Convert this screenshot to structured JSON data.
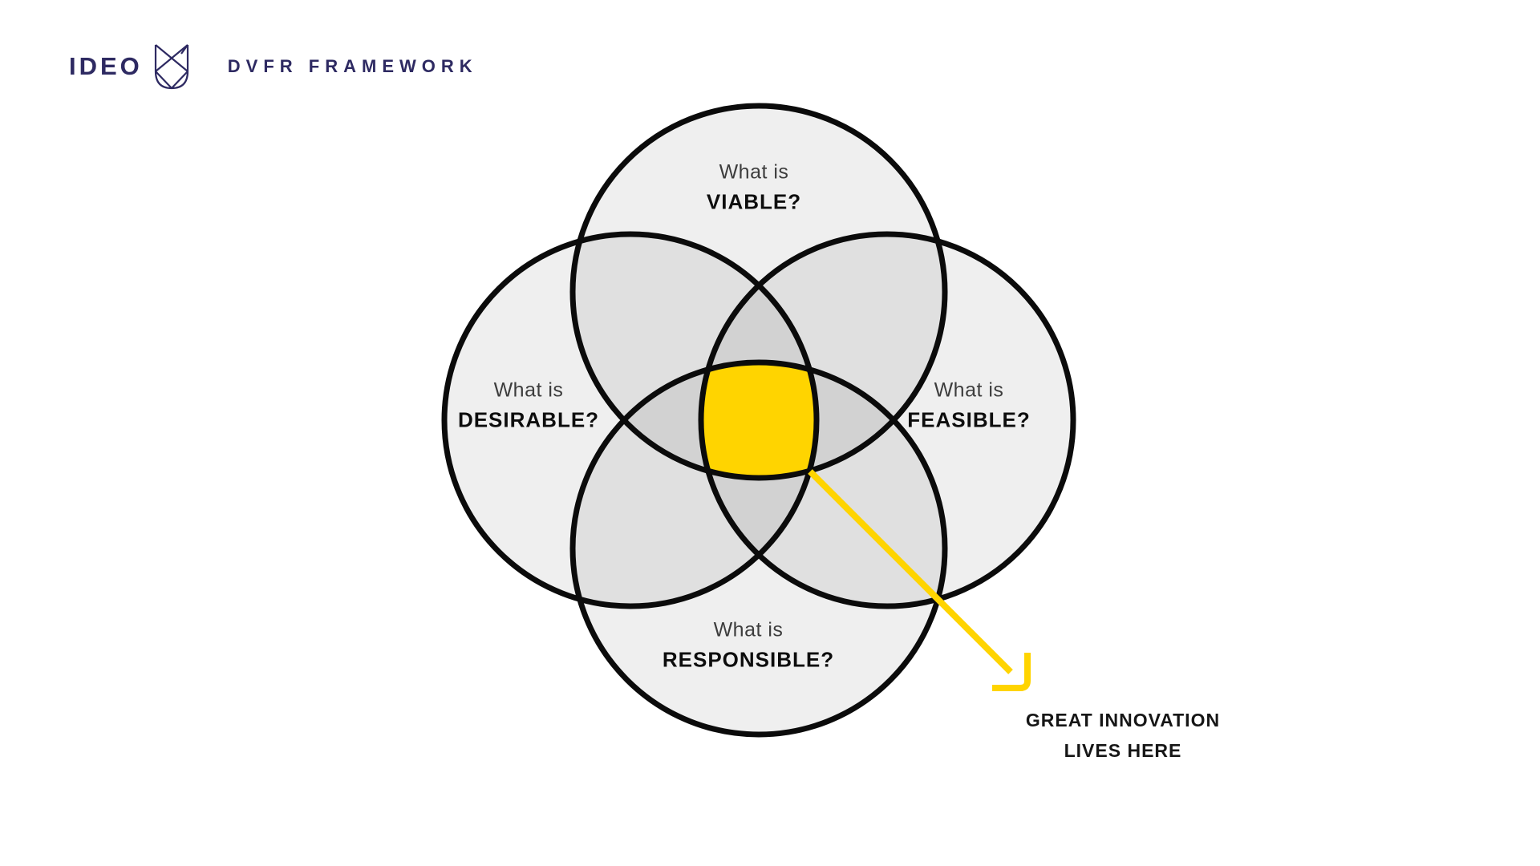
{
  "colors": {
    "accent_yellow": "#FFD400",
    "brand_navy": "#2E2A62",
    "circle_stroke": "#0B0B0B",
    "circle_fill_gray": "#F0F0F0",
    "overlap_gray": "#E1E1E1",
    "label_gray": "#3D3D3D",
    "label_black": "#0D0D0D"
  },
  "header": {
    "brand": "IDEO",
    "logo_icon": "ideo-u-mark",
    "title": "DVFR FRAMEWORK"
  },
  "venn": {
    "circles": [
      {
        "id": "viable",
        "position": "top",
        "prefix": "What is",
        "name": "VIABLE?"
      },
      {
        "id": "desirable",
        "position": "left",
        "prefix": "What is",
        "name": "DESIRABLE?"
      },
      {
        "id": "feasible",
        "position": "right",
        "prefix": "What is",
        "name": "FEASIBLE?"
      },
      {
        "id": "responsible",
        "position": "bottom",
        "prefix": "What is",
        "name": "RESPONSIBLE?"
      }
    ]
  },
  "annotation": {
    "line1": "GREAT INNOVATION",
    "line2": "LIVES HERE"
  }
}
